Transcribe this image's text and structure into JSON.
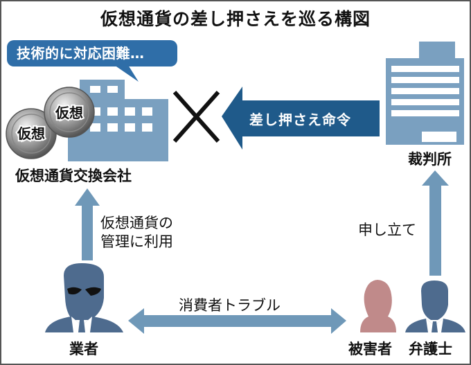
{
  "title": "仮想通貨の差し押さえを巡る構図",
  "bubble": {
    "text": "技術的に対応困難…"
  },
  "exchange": {
    "label": "仮想通貨交換会社",
    "coin_labels": [
      "仮想",
      "仮想"
    ]
  },
  "court": {
    "label": "裁判所"
  },
  "order_arrow": {
    "label": "差し押さえ命令"
  },
  "blocked_mark": {
    "icon": "cross-icon"
  },
  "use_arrow": {
    "label_line1": "仮想通貨の",
    "label_line2": "管理に利用"
  },
  "petition_arrow": {
    "label": "申し立て"
  },
  "dispute_arrow": {
    "label": "消費者トラブル"
  },
  "people": {
    "operator": "業者",
    "victim": "被害者",
    "lawyer": "弁護士"
  },
  "colors": {
    "dark_blue": "#1f5a8a",
    "light_blue": "#6f98b8",
    "bubble_blue": "#2f6ea8",
    "person_navy": "#4e6b8e",
    "victim_pink": "#c08a8a"
  }
}
